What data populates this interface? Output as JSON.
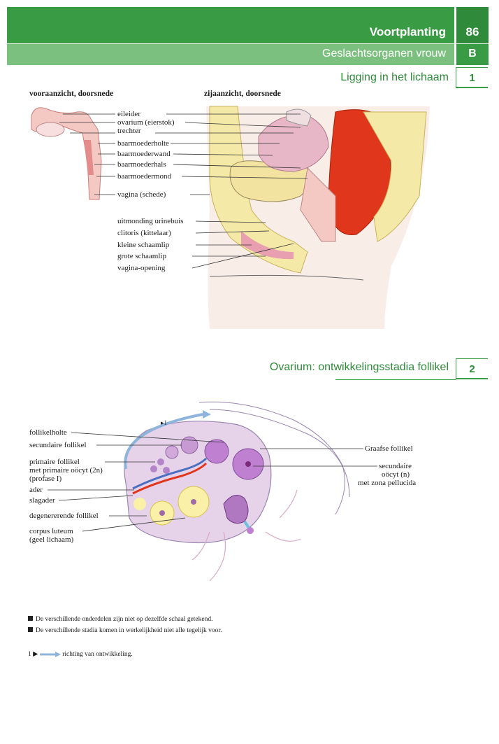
{
  "header": {
    "chapter_title": "Voortplanting",
    "chapter_number": "86",
    "topic_title": "Geslachtsorganen vrouw",
    "topic_letter": "B"
  },
  "section1": {
    "title": "Ligging in het lichaam",
    "number": "1",
    "front_caption": "vooraanzicht, doorsnede",
    "side_caption": "zijaanzicht, doorsnede",
    "labels": [
      "eileider",
      "ovarium (eierstok)",
      "trechter",
      "baarmoederholte",
      "baarmoederwand",
      "baarmoederhals",
      "baarmoedermond",
      "vagina (schede)",
      "uitmonding urinebuis",
      "clitoris (kittelaar)",
      "kleine schaamlip",
      "grote schaamlip",
      "vagina-opening"
    ]
  },
  "section2": {
    "title": "Ovarium: ontwikkelingsstadia follikel",
    "number": "2",
    "arrow_marker": "▸1",
    "labels_left": [
      "follikelholte",
      "secundaire follikel",
      "primaire follikel",
      "met primaire oöcyt (2n)",
      "(profase I)",
      "ader",
      "slagader",
      "degenererende follikel",
      "corpus luteum",
      "(geel lichaam)"
    ],
    "labels_right": [
      "Graafse follikel",
      "secundaire",
      "oöcyt (n)",
      "met zona pellucida"
    ]
  },
  "notes": [
    "De verschillende onderdelen zijn niet op dezelfde schaal getekend.",
    "De verschillende stadia komen in werkelijkheid niet alle tegelijk voor."
  ],
  "legend": {
    "marker": "1 ▶",
    "text": "richting van ontwikkeling."
  },
  "colors": {
    "green_dark": "#2f8a3a",
    "green_mid": "#3a9b45",
    "green_light": "#7cc07f",
    "tissue_pink": "#f2c9c2",
    "ovary_lilac": "#e6d3ea",
    "rectum_red": "#e0361c",
    "arrow_blue": "#8fb4dc"
  }
}
